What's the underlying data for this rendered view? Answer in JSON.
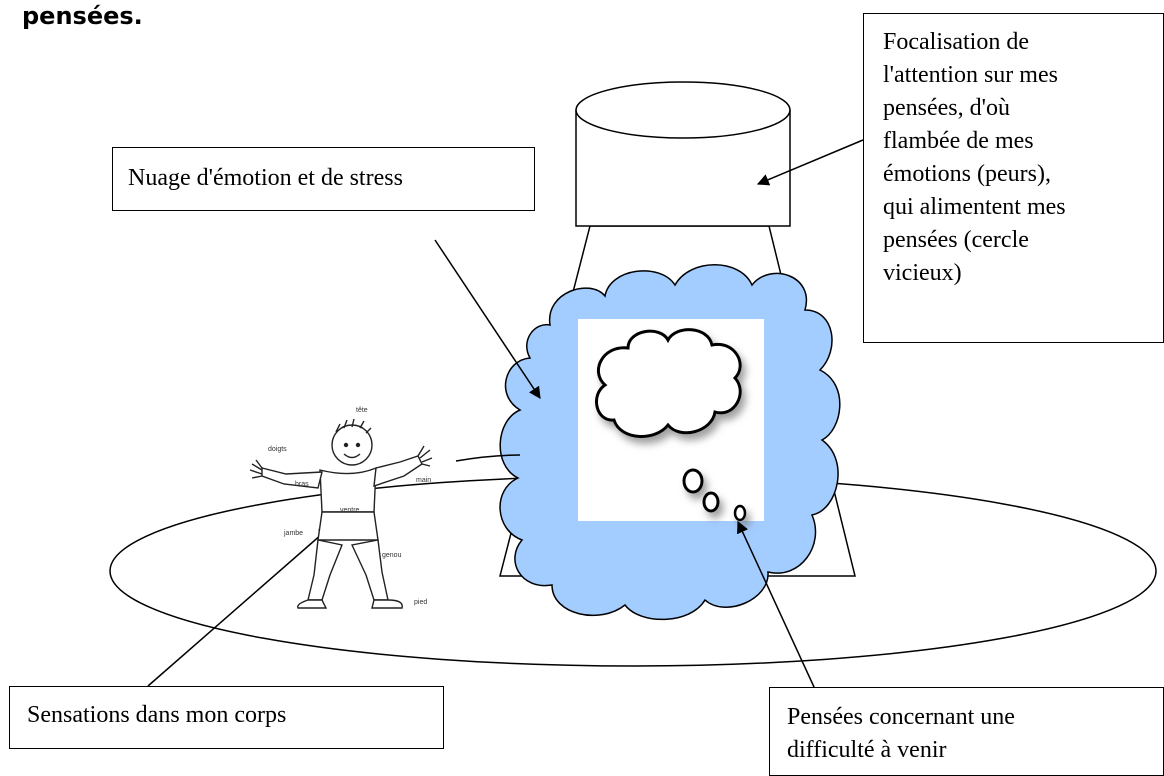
{
  "heading": "pensées.",
  "labels": {
    "emotion_cloud": "Nuage d'émotion et de stress",
    "focus": "Focalisation de\nl'attention sur mes\npensées, d'où\nflambée de mes\némotions (peurs),\nqui alimentent mes\npensées (cercle\nvicieux)",
    "body_sensations": "Sensations dans mon corps",
    "thoughts": "Pensées concernant une\ndifficulté à venir"
  },
  "body_parts": {
    "head": "tête",
    "fingers": "doigts",
    "arm": "bras",
    "hand": "main",
    "belly": "ventre",
    "leg": "jambe",
    "knee": "genou",
    "foot": "pied"
  },
  "colors": {
    "cloud_fill": "#a3ccff",
    "line": "#000000"
  }
}
